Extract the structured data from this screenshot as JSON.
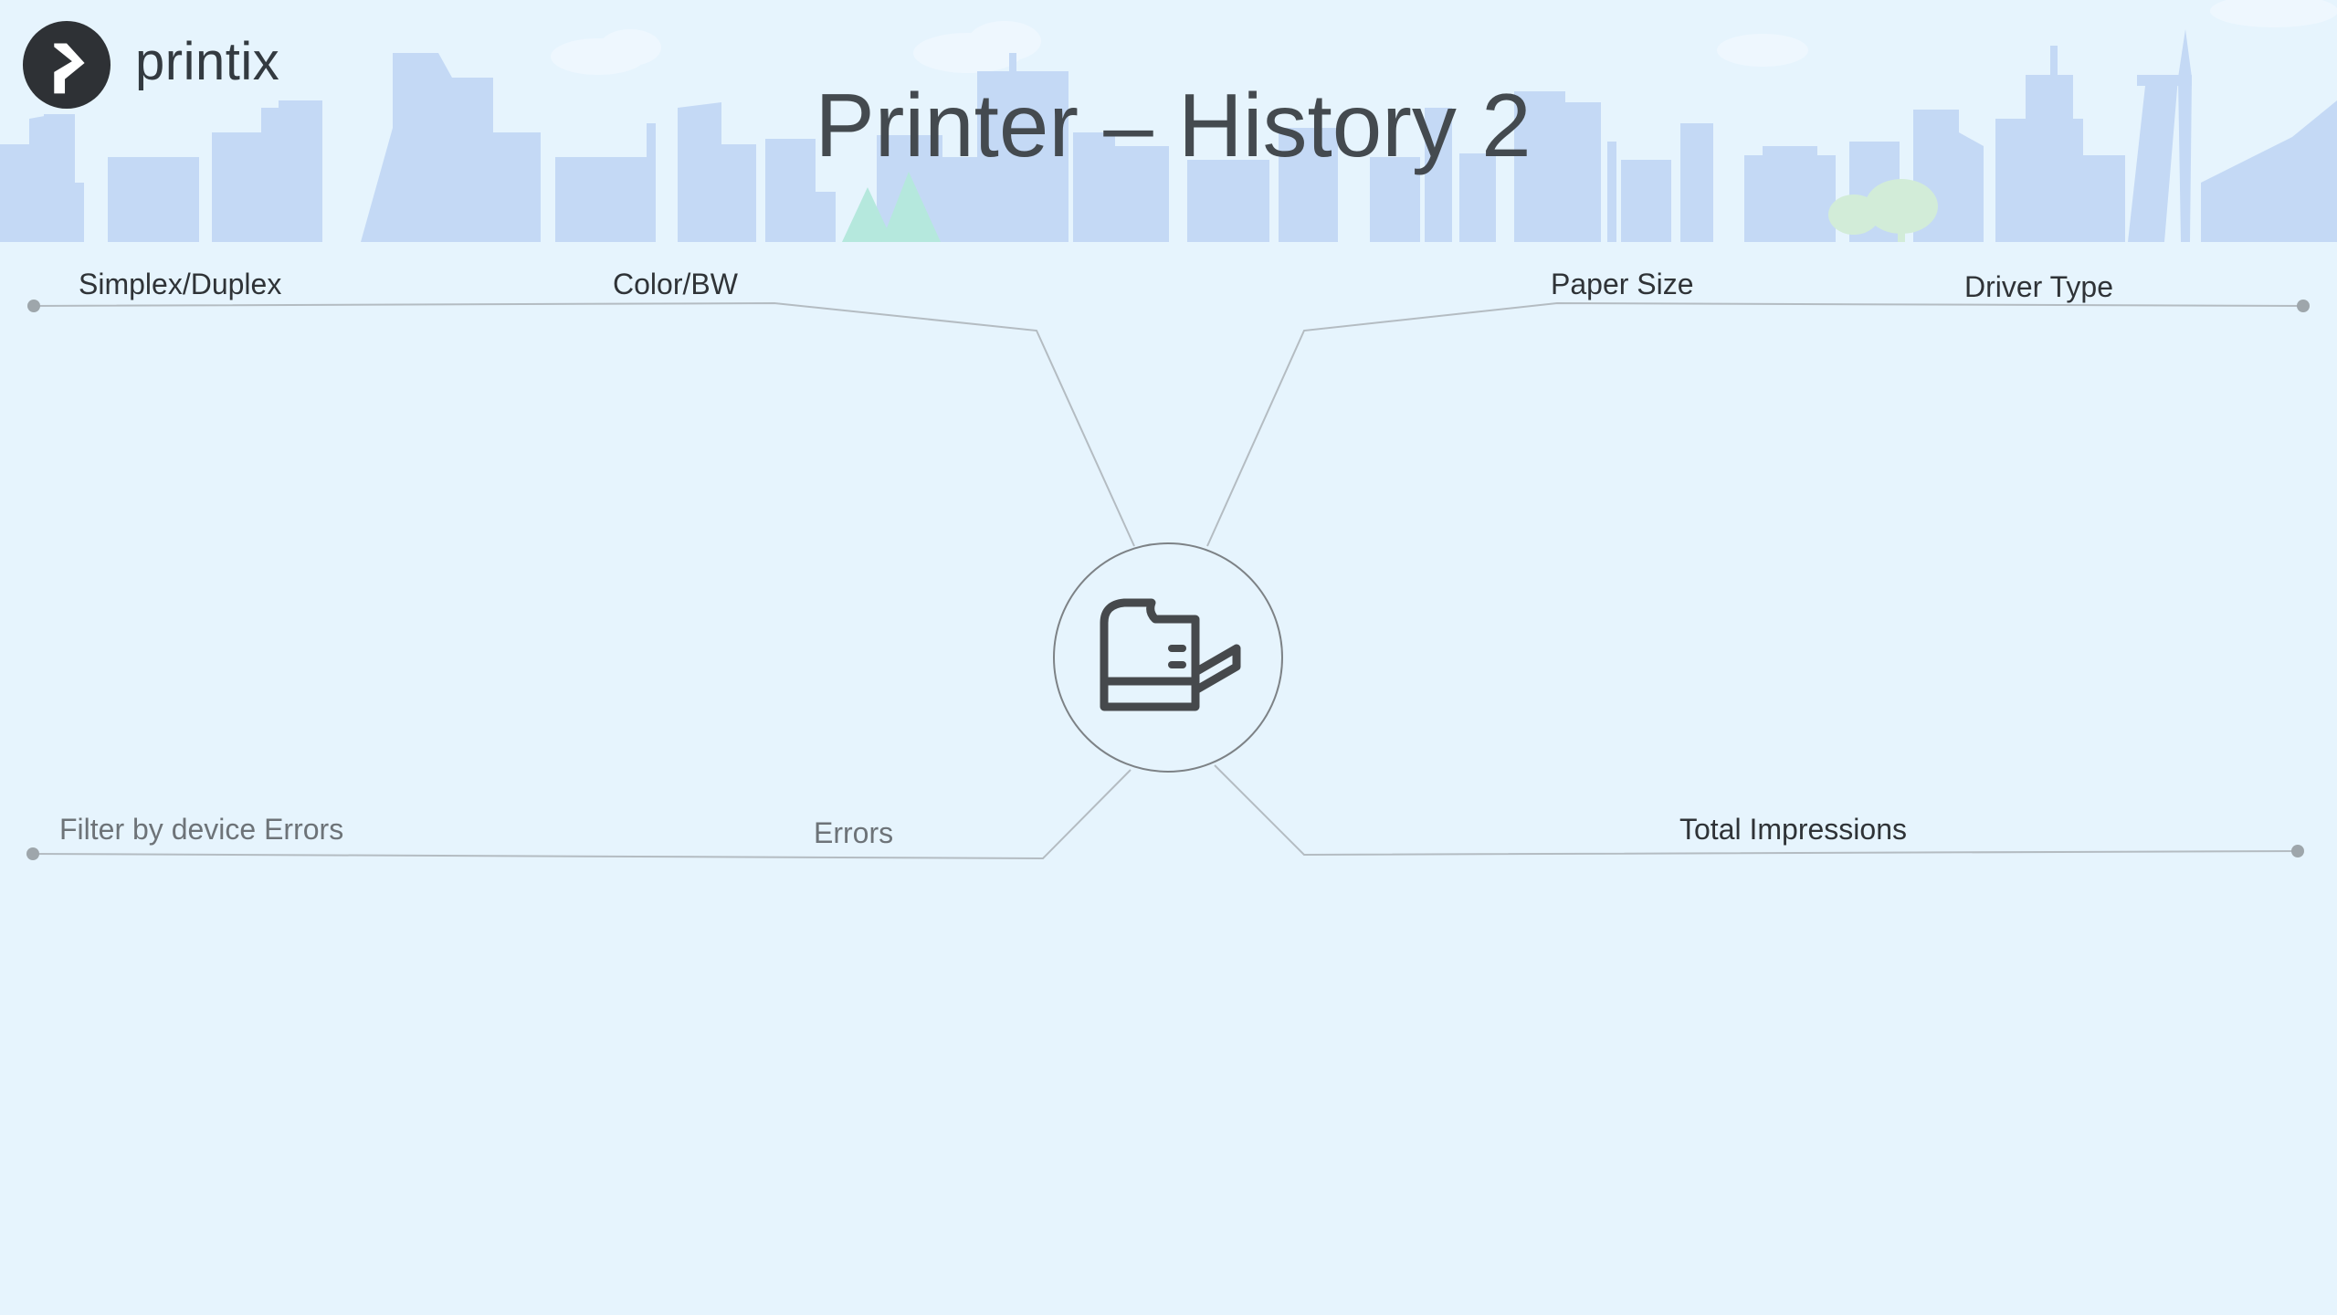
{
  "app": {
    "logo_text": "printix"
  },
  "page": {
    "title": "Printer – History 2"
  },
  "hub": {
    "icon": "printer-icon"
  },
  "branches": {
    "simplex_duplex": "Simplex/Duplex",
    "color_bw": "Color/BW",
    "paper_size": "Paper Size",
    "driver_type": "Driver Type",
    "filter_errors": "Filter by device Errors",
    "errors": "Errors",
    "total_impressions": "Total Impressions"
  },
  "colors": {
    "background": "#e6f4fd",
    "skyline": "#c4d9f5",
    "connector": "#b4bcc2",
    "text": "#2f3337"
  }
}
